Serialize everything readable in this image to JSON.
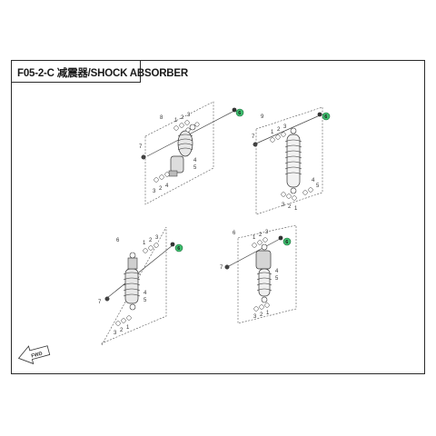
{
  "header": {
    "title": "F05-2-C 减震器/SHOCK ABSORBER"
  },
  "colors": {
    "callout_fill": "#3fbf6f",
    "line": "#333333"
  },
  "assemblies": [
    {
      "name": "top-left",
      "part_label": "8",
      "bolt_label": "7",
      "callout": "6",
      "top_numbers": [
        "1",
        "2",
        "3"
      ],
      "right_numbers": [
        "4",
        "5"
      ],
      "bottom_numbers": [
        "3",
        "2",
        "4"
      ]
    },
    {
      "name": "top-right",
      "part_label": "9",
      "bolt_label": "7",
      "callout": "6",
      "top_numbers": [
        "1",
        "2",
        "3"
      ],
      "right_numbers": [
        "4",
        "5"
      ],
      "bottom_numbers": [
        "3",
        "2",
        "1"
      ]
    },
    {
      "name": "bottom-left",
      "part_label": "6",
      "bolt_label": "7",
      "callout": "6",
      "top_numbers": [
        "1",
        "2",
        "3"
      ],
      "right_numbers": [
        "4",
        "5"
      ],
      "bottom_numbers": [
        "3",
        "2",
        "1"
      ]
    },
    {
      "name": "bottom-right",
      "part_label": "6",
      "bolt_label": "7",
      "callout": "6",
      "top_numbers": [
        "1",
        "2",
        "3"
      ],
      "right_numbers": [
        "4",
        "5"
      ],
      "bottom_numbers": [
        "3",
        "2",
        "1"
      ]
    }
  ],
  "front_arrow": {
    "label": "FWD"
  }
}
